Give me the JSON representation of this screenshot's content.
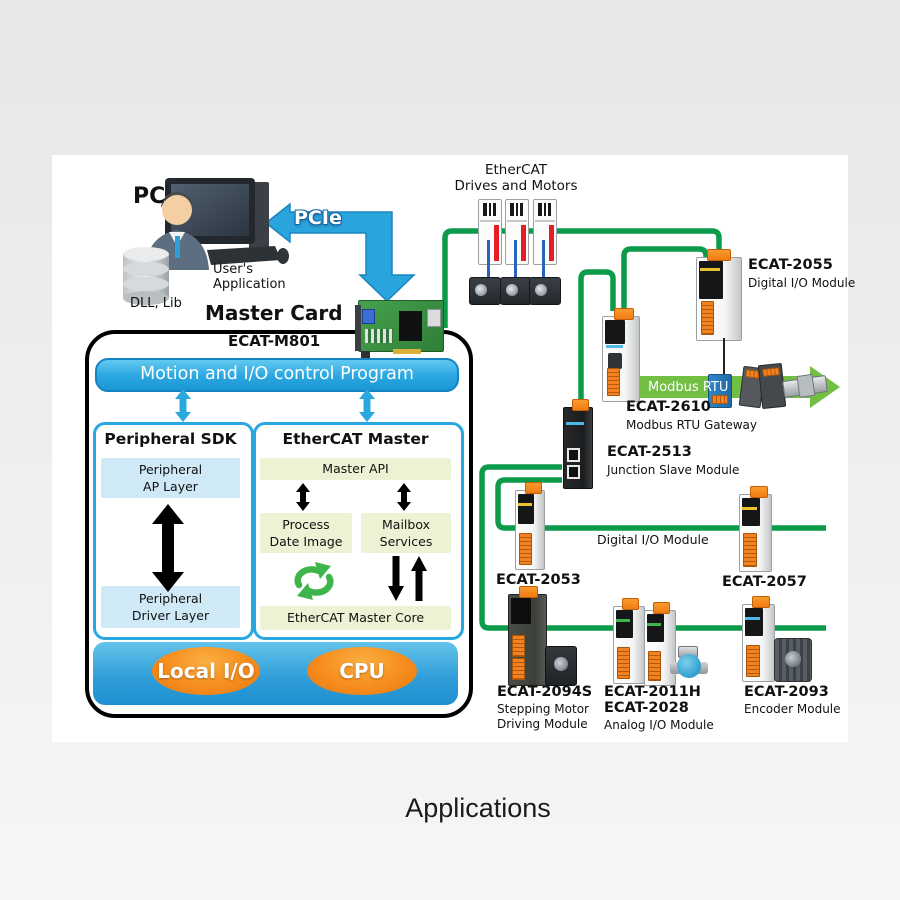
{
  "caption": "Applications",
  "pc": {
    "label": "PC",
    "users_line1": "User's",
    "users_line2": "Application",
    "dll": "DLL, Lib"
  },
  "pcie_label": "PCIe",
  "master": {
    "title": "Master Card",
    "model": "ECAT-M801",
    "banner": "Motion and I/O control Program",
    "sdk": {
      "title": "Peripheral SDK",
      "ap1": "Peripheral",
      "ap2": "AP Layer",
      "drv1": "Peripheral",
      "drv2": "Driver Layer"
    },
    "ecm": {
      "title": "EtherCAT Master",
      "api": "Master API",
      "proc1": "Process",
      "proc2": "Date Image",
      "mail1": "Mailbox",
      "mail2": "Services",
      "core": "EtherCAT Master Core"
    },
    "local_io": "Local I/O",
    "cpu": "CPU"
  },
  "network": {
    "drives1": "EtherCAT",
    "drives2": "Drives and Motors",
    "modbus": "Modbus RTU",
    "m2055": {
      "name": "ECAT-2055",
      "desc": "Digital I/O Module"
    },
    "m2610": {
      "name": "ECAT-2610",
      "desc": "Modbus RTU Gateway"
    },
    "m2513": {
      "name": "ECAT-2513",
      "desc": "Junction Slave Module"
    },
    "m2053": {
      "name": "ECAT-2053"
    },
    "midrow_desc": "Digital I/O Module",
    "m2057": {
      "name": "ECAT-2057"
    },
    "m2094s": {
      "name": "ECAT-2094S",
      "desc1": "Stepping Motor",
      "desc2": "Driving Module"
    },
    "m2011h": {
      "name": "ECAT-2011H",
      "name2": "ECAT-2028",
      "desc": "Analog I/O Module"
    },
    "m2093": {
      "name": "ECAT-2093",
      "desc": "Encoder Module"
    }
  },
  "colors": {
    "wire_green": "#0c9b4b",
    "blue": "#29a8e0",
    "orange": "#f7941d",
    "modbus_arrow": "#72bf44"
  }
}
